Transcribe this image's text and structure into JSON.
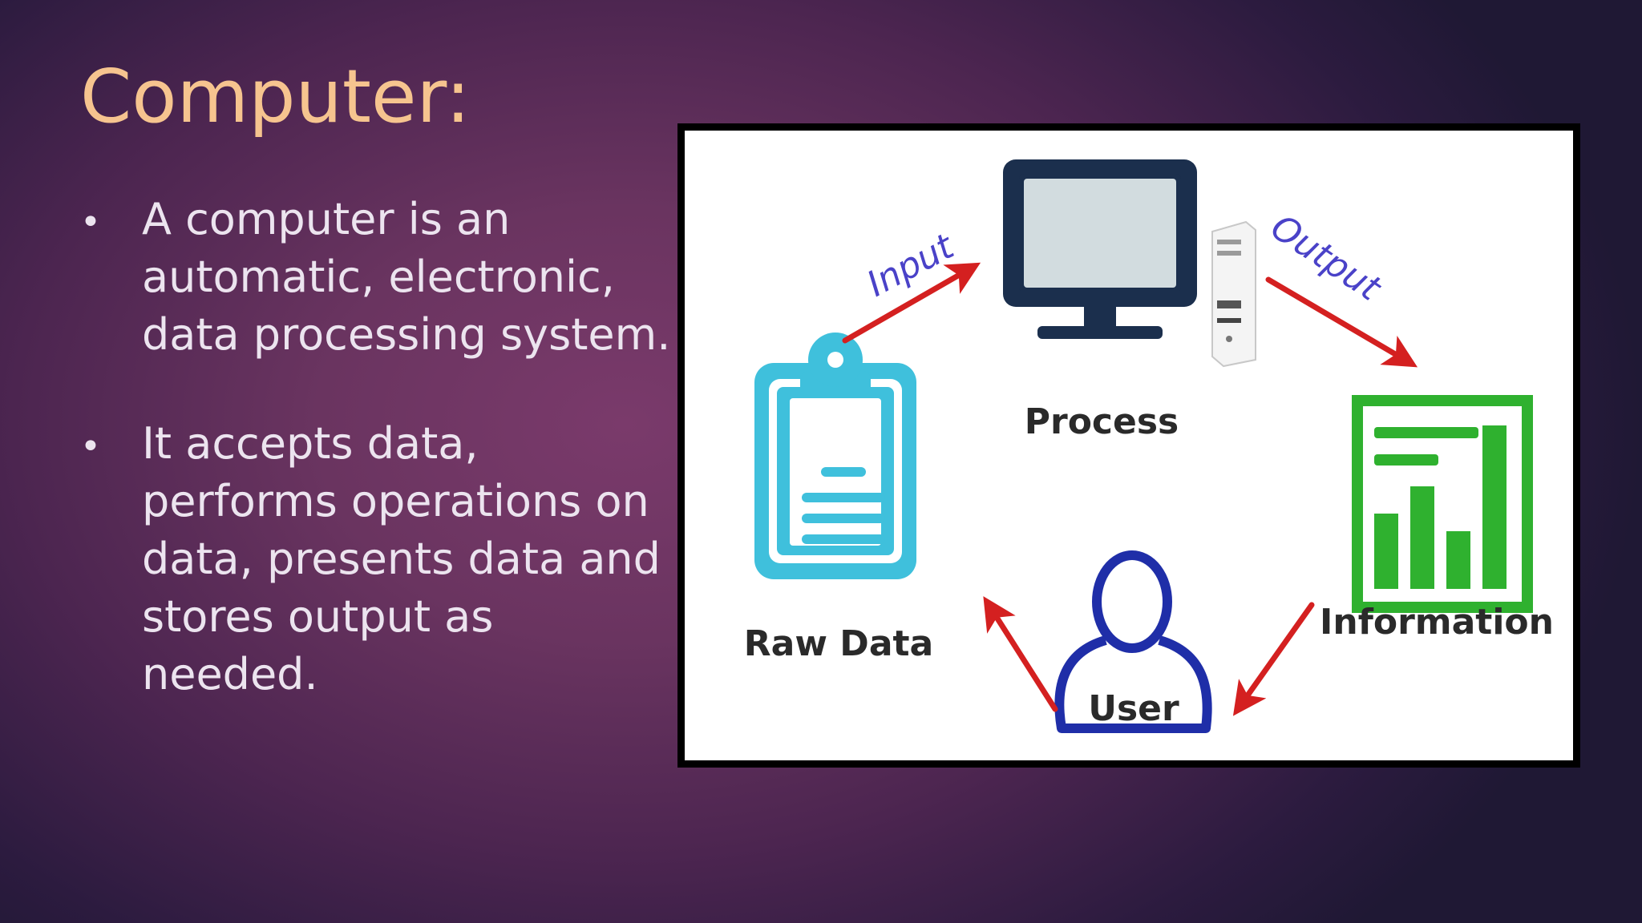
{
  "slide": {
    "title": "Computer:",
    "bullets": [
      "A computer is an automatic, electronic, data processing system.",
      "It accepts data, performs operations on data, presents data and stores output as needed."
    ],
    "bullet_symbol": "•"
  },
  "diagram": {
    "nodes": {
      "raw_data": "Raw Data",
      "process": "Process",
      "information": "Information",
      "user": "User"
    },
    "edges": {
      "input": "Input",
      "output": "Output"
    },
    "icons": {
      "raw_data": "clipboard-icon",
      "process": "monitor-icon",
      "tower": "computer-tower-icon",
      "information": "bar-chart-report-icon",
      "user": "user-icon"
    }
  },
  "colors": {
    "title": "#f6c48f",
    "text": "#ece4ef",
    "arrow": "#d42020",
    "edge_label": "#4a42c8",
    "clipboard": "#3fc0dc",
    "monitor": "#1b2f4d",
    "screen": "#d2dcdf",
    "report": "#2fb12f",
    "user": "#1f2ea8"
  }
}
